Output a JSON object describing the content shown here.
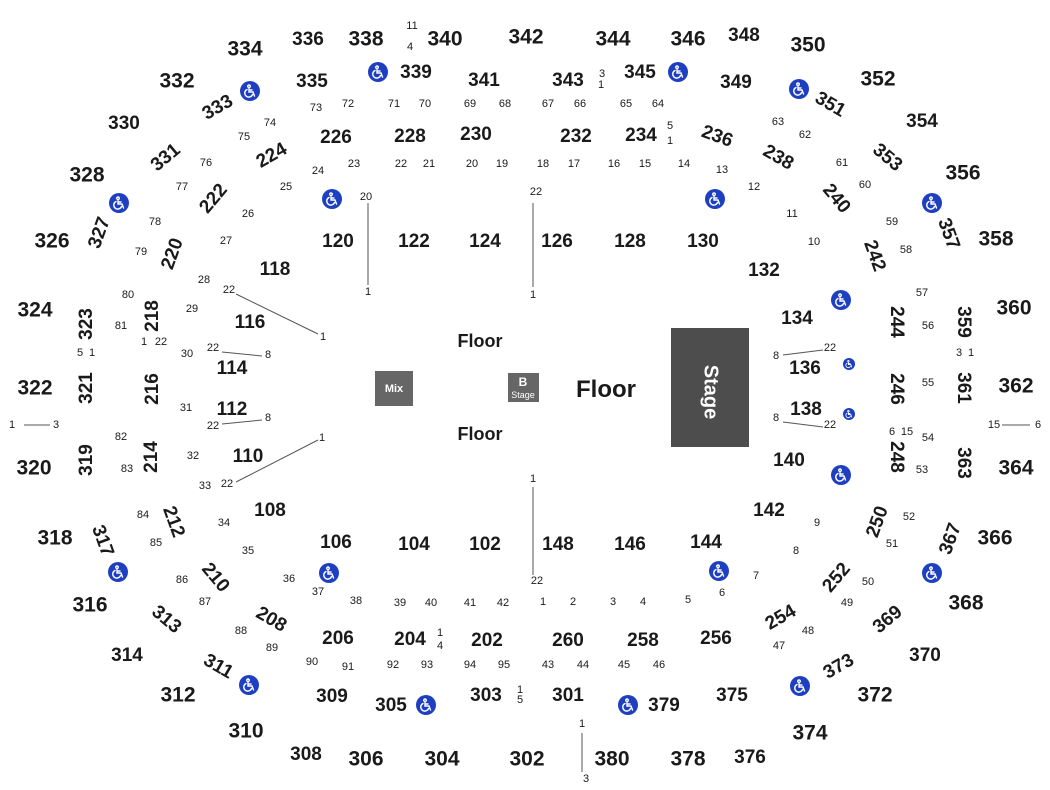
{
  "floor": {
    "main_label": "Floor",
    "upper_label": "Floor",
    "lower_label": "Floor",
    "stage_label": "Stage",
    "mix_label": "Mix",
    "bstage_letter": "B",
    "bstage_label": "Stage"
  },
  "colors": {
    "stage": "#4d4d4d",
    "mix": "#666666",
    "accessible": "#1e3fbf",
    "text": "#1a1a1a"
  },
  "sections": [
    {
      "id": "334",
      "size": "big"
    },
    {
      "id": "336",
      "size": "med"
    },
    {
      "id": "338",
      "size": "big"
    },
    {
      "id": "340",
      "size": "big"
    },
    {
      "id": "342",
      "size": "big"
    },
    {
      "id": "344",
      "size": "big"
    },
    {
      "id": "346",
      "size": "big"
    },
    {
      "id": "348",
      "size": "med"
    },
    {
      "id": "350",
      "size": "big"
    },
    {
      "id": "332",
      "size": "big"
    },
    {
      "id": "352",
      "size": "big"
    },
    {
      "id": "330",
      "size": "med"
    },
    {
      "id": "354",
      "size": "med"
    },
    {
      "id": "328",
      "size": "big"
    },
    {
      "id": "356",
      "size": "big"
    },
    {
      "id": "326",
      "size": "big"
    },
    {
      "id": "358",
      "size": "big"
    },
    {
      "id": "324",
      "size": "big"
    },
    {
      "id": "360",
      "size": "big"
    },
    {
      "id": "322",
      "size": "big"
    },
    {
      "id": "362",
      "size": "big"
    },
    {
      "id": "320",
      "size": "big"
    },
    {
      "id": "364",
      "size": "big"
    },
    {
      "id": "318",
      "size": "big"
    },
    {
      "id": "366",
      "size": "big"
    },
    {
      "id": "316",
      "size": "big"
    },
    {
      "id": "368",
      "size": "big"
    },
    {
      "id": "314",
      "size": "med"
    },
    {
      "id": "370",
      "size": "med"
    },
    {
      "id": "312",
      "size": "big"
    },
    {
      "id": "372",
      "size": "big"
    },
    {
      "id": "310",
      "size": "big"
    },
    {
      "id": "374",
      "size": "big"
    },
    {
      "id": "308",
      "size": "med"
    },
    {
      "id": "306",
      "size": "big"
    },
    {
      "id": "304",
      "size": "big"
    },
    {
      "id": "302",
      "size": "big"
    },
    {
      "id": "380",
      "size": "big"
    },
    {
      "id": "378",
      "size": "big"
    },
    {
      "id": "376",
      "size": "med"
    },
    {
      "id": "335",
      "size": "med"
    },
    {
      "id": "339",
      "size": "med"
    },
    {
      "id": "341",
      "size": "med"
    },
    {
      "id": "343",
      "size": "med"
    },
    {
      "id": "345",
      "size": "med"
    },
    {
      "id": "349",
      "size": "med"
    },
    {
      "id": "333",
      "size": "med"
    },
    {
      "id": "351",
      "size": "med"
    },
    {
      "id": "331",
      "size": "med"
    },
    {
      "id": "353",
      "size": "med"
    },
    {
      "id": "327",
      "size": "med"
    },
    {
      "id": "357",
      "size": "med"
    },
    {
      "id": "323",
      "size": "med"
    },
    {
      "id": "359",
      "size": "med"
    },
    {
      "id": "321",
      "size": "med"
    },
    {
      "id": "361",
      "size": "med"
    },
    {
      "id": "319",
      "size": "med"
    },
    {
      "id": "363",
      "size": "med"
    },
    {
      "id": "317",
      "size": "med"
    },
    {
      "id": "367",
      "size": "med"
    },
    {
      "id": "313",
      "size": "med"
    },
    {
      "id": "369",
      "size": "med"
    },
    {
      "id": "311",
      "size": "med"
    },
    {
      "id": "373",
      "size": "med"
    },
    {
      "id": "309",
      "size": "med"
    },
    {
      "id": "305",
      "size": "med"
    },
    {
      "id": "303",
      "size": "med"
    },
    {
      "id": "301",
      "size": "med"
    },
    {
      "id": "379",
      "size": "med"
    },
    {
      "id": "375",
      "size": "med"
    },
    {
      "id": "226",
      "size": "med"
    },
    {
      "id": "228",
      "size": "med"
    },
    {
      "id": "230",
      "size": "med"
    },
    {
      "id": "232",
      "size": "med"
    },
    {
      "id": "234",
      "size": "med"
    },
    {
      "id": "236",
      "size": "med"
    },
    {
      "id": "224",
      "size": "med"
    },
    {
      "id": "238",
      "size": "med"
    },
    {
      "id": "222",
      "size": "med"
    },
    {
      "id": "240",
      "size": "med"
    },
    {
      "id": "220",
      "size": "med"
    },
    {
      "id": "242",
      "size": "med"
    },
    {
      "id": "218",
      "size": "med"
    },
    {
      "id": "244",
      "size": "med"
    },
    {
      "id": "216",
      "size": "med"
    },
    {
      "id": "246",
      "size": "med"
    },
    {
      "id": "214",
      "size": "med"
    },
    {
      "id": "248",
      "size": "med"
    },
    {
      "id": "212",
      "size": "med"
    },
    {
      "id": "250",
      "size": "med"
    },
    {
      "id": "210",
      "size": "med"
    },
    {
      "id": "252",
      "size": "med"
    },
    {
      "id": "208",
      "size": "med"
    },
    {
      "id": "254",
      "size": "med"
    },
    {
      "id": "206",
      "size": "med"
    },
    {
      "id": "204",
      "size": "med"
    },
    {
      "id": "202",
      "size": "med"
    },
    {
      "id": "260",
      "size": "med"
    },
    {
      "id": "258",
      "size": "med"
    },
    {
      "id": "256",
      "size": "med"
    },
    {
      "id": "120",
      "size": "med"
    },
    {
      "id": "122",
      "size": "med"
    },
    {
      "id": "124",
      "size": "med"
    },
    {
      "id": "126",
      "size": "med"
    },
    {
      "id": "128",
      "size": "med"
    },
    {
      "id": "130",
      "size": "med"
    },
    {
      "id": "118",
      "size": "med"
    },
    {
      "id": "132",
      "size": "med"
    },
    {
      "id": "116",
      "size": "med"
    },
    {
      "id": "134",
      "size": "med"
    },
    {
      "id": "114",
      "size": "med"
    },
    {
      "id": "136",
      "size": "med"
    },
    {
      "id": "112",
      "size": "med"
    },
    {
      "id": "138",
      "size": "med"
    },
    {
      "id": "110",
      "size": "med"
    },
    {
      "id": "140",
      "size": "med"
    },
    {
      "id": "108",
      "size": "med"
    },
    {
      "id": "142",
      "size": "med"
    },
    {
      "id": "106",
      "size": "med"
    },
    {
      "id": "104",
      "size": "med"
    },
    {
      "id": "102",
      "size": "med"
    },
    {
      "id": "148",
      "size": "med"
    },
    {
      "id": "146",
      "size": "med"
    },
    {
      "id": "144",
      "size": "med"
    }
  ],
  "rows": [
    "73",
    "72",
    "71",
    "70",
    "69",
    "68",
    "67",
    "66",
    "65",
    "64",
    "75",
    "74",
    "63",
    "62",
    "76",
    "61",
    "77",
    "60",
    "25",
    "24",
    "23",
    "22",
    "21",
    "20",
    "19",
    "18",
    "17",
    "16",
    "15",
    "14",
    "13",
    "12",
    "26",
    "11",
    "78",
    "59",
    "27",
    "10",
    "79",
    "58",
    "28",
    "80",
    "57",
    "29",
    "81",
    "56",
    "30",
    "55",
    "31",
    "82",
    "54",
    "32",
    "83",
    "53",
    "33",
    "84",
    "52",
    "34",
    "85",
    "51",
    "35",
    "86",
    "50",
    "36",
    "87",
    "49",
    "37",
    "38",
    "39",
    "40",
    "41",
    "42",
    "1",
    "2",
    "3",
    "4",
    "5",
    "6",
    "7",
    "88",
    "48",
    "89",
    "47",
    "90",
    "91",
    "92",
    "93",
    "94",
    "95",
    "43",
    "44",
    "45",
    "46",
    "9",
    "8"
  ],
  "marks": [
    "11",
    "4",
    "3",
    "1",
    "5",
    "1",
    "20",
    "1",
    "22",
    "1",
    "22",
    "1",
    "22",
    "8",
    "22",
    "8",
    "1",
    "22",
    "8",
    "22",
    "8",
    "22",
    "1",
    "22",
    "1",
    "22",
    "5",
    "1",
    "3",
    "1",
    "1",
    "3",
    "15",
    "6",
    "6",
    "15",
    "1",
    "4",
    "1",
    "5",
    "1",
    "3",
    "4",
    "16"
  ],
  "accessible_icon": "wheelchair-icon"
}
